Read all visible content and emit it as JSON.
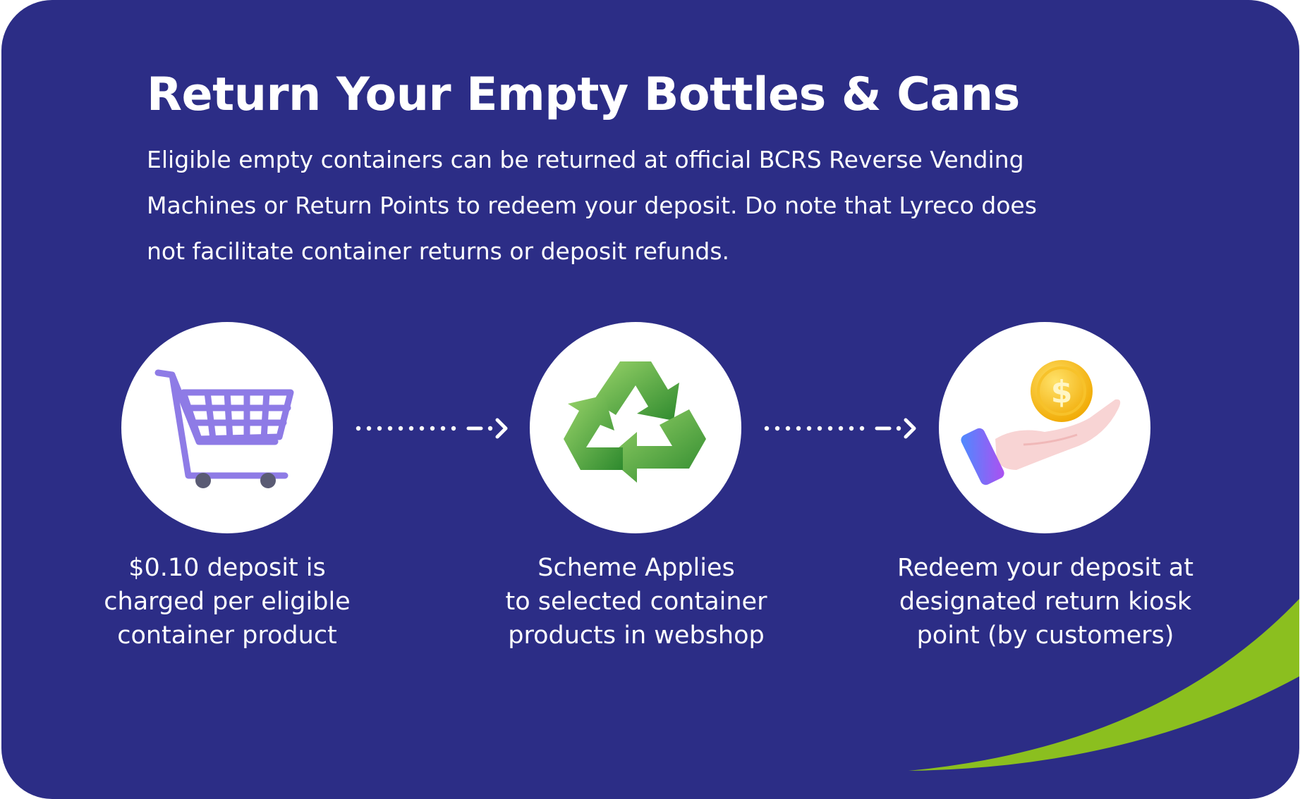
{
  "title": "Return Your Empty Bottles & Cans",
  "intro": "Eligible empty containers can be returned at official BCRS Reverse Vending Machines or Return Points to redeem your deposit. Do note that Lyreco does not facilitate container returns or deposit refunds.",
  "colors": {
    "background": "#2c2d86",
    "accent_green": "#8bbf1f",
    "text": "#ffffff",
    "cart": "#8e7be6"
  },
  "steps": [
    {
      "icon": "shopping-cart-icon",
      "lines": [
        "$0.10 deposit is",
        "charged per eligible",
        "container product"
      ]
    },
    {
      "icon": "recycle-icon",
      "lines": [
        "Scheme Applies",
        "to selected container",
        "products in webshop"
      ]
    },
    {
      "icon": "hand-coin-icon",
      "lines": [
        "Redeem your deposit at",
        "designated return kiosk",
        "point (by customers)"
      ]
    }
  ]
}
